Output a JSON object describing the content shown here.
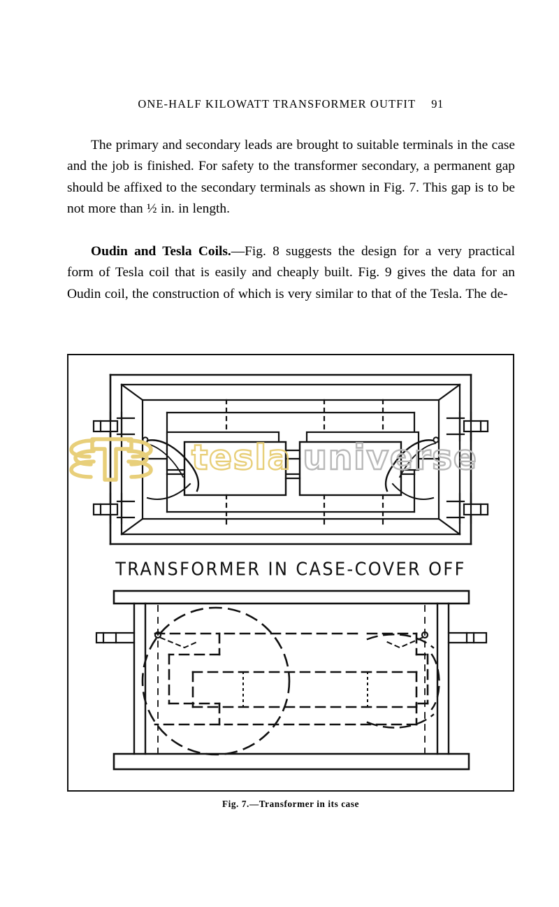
{
  "page": {
    "background_color": "#ffffff",
    "ink_color": "#111111"
  },
  "running_head": {
    "title": "ONE-HALF KILOWATT TRANSFORMER OUTFIT",
    "folio": "91"
  },
  "body": {
    "paragraph_1": "The primary and secondary leads are brought to suitable terminals in the case and the job is finished.  For safety to the transformer secondary, a permanent gap should be affixed to the secondary terminals as shown in Fig. 7. This gap is to be not more than ½ in. in length.",
    "paragraph_2_lead": "Oudin and Tesla Coils.",
    "paragraph_2_rest": "—Fig. 8 suggests the design for a very practical form of Tesla coil that is easily and cheaply built.  Fig. 9 gives the data for an Oudin coil, the construction of which is very similar to that of the Tesla.  The de-"
  },
  "figure": {
    "plate_label": "TRANSFORMER IN CASE-COVER OFF",
    "caption_number": "Fig. 7.",
    "caption_text": "—Transformer in its case",
    "upper_view_name": "transformer-in-case-cover-off-perspective",
    "lower_view_name": "transformer-in-case-side-elevation-hidden-lines"
  },
  "watermark": {
    "word_1": "tesla",
    "word_2": "universe",
    "color_1": "#e8cf7a",
    "color_2": "#b9b9b9",
    "logo_name": "tesla-coil-t-logo"
  }
}
